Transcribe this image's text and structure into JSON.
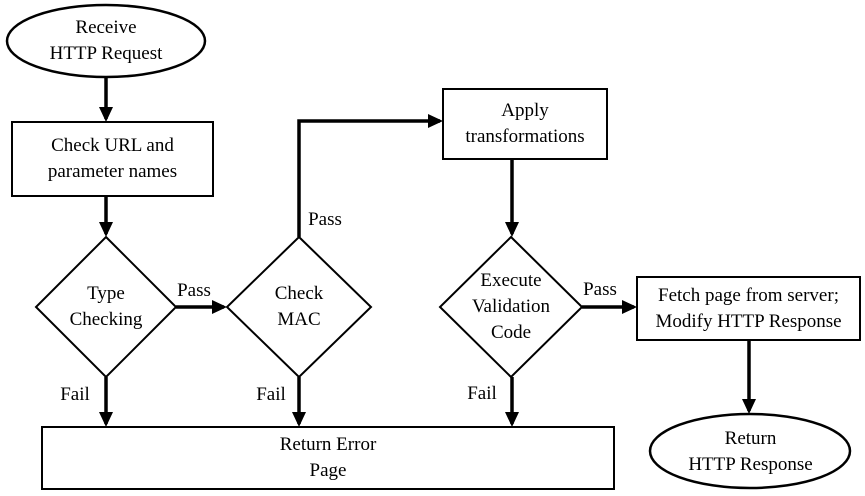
{
  "diagram": {
    "title": "HTTP request validation flowchart",
    "colors": {
      "stroke": "#000000",
      "node_fill": "#ffffff",
      "background": "#ffffff",
      "text": "#000000"
    },
    "nodes": {
      "receive_request": {
        "type": "ellipse",
        "label": "Receive\nHTTP Request"
      },
      "check_url": {
        "type": "process",
        "label": "Check URL and\nparameter names"
      },
      "type_checking": {
        "type": "decision",
        "label": "Type\nChecking"
      },
      "check_mac": {
        "type": "decision",
        "label": "Check\nMAC"
      },
      "apply_transformations": {
        "type": "process",
        "label": "Apply\ntransformations"
      },
      "execute_validation": {
        "type": "decision",
        "label": "Execute\nValidation\nCode"
      },
      "fetch_page": {
        "type": "process",
        "label": "Fetch page from server;\nModify HTTP Response"
      },
      "return_error": {
        "type": "process",
        "label": "Return Error\nPage"
      },
      "return_response": {
        "type": "ellipse",
        "label": "Return\nHTTP Response"
      }
    },
    "edges": [
      {
        "from": "receive_request",
        "to": "check_url",
        "label": ""
      },
      {
        "from": "check_url",
        "to": "type_checking",
        "label": ""
      },
      {
        "from": "type_checking",
        "to": "check_mac",
        "label": "Pass"
      },
      {
        "from": "check_mac",
        "to": "apply_transformations",
        "label": "Pass"
      },
      {
        "from": "apply_transformations",
        "to": "execute_validation",
        "label": ""
      },
      {
        "from": "execute_validation",
        "to": "fetch_page",
        "label": "Pass"
      },
      {
        "from": "fetch_page",
        "to": "return_response",
        "label": ""
      },
      {
        "from": "type_checking",
        "to": "return_error",
        "label": "Fail"
      },
      {
        "from": "check_mac",
        "to": "return_error",
        "label": "Fail"
      },
      {
        "from": "execute_validation",
        "to": "return_error",
        "label": "Fail"
      }
    ]
  }
}
